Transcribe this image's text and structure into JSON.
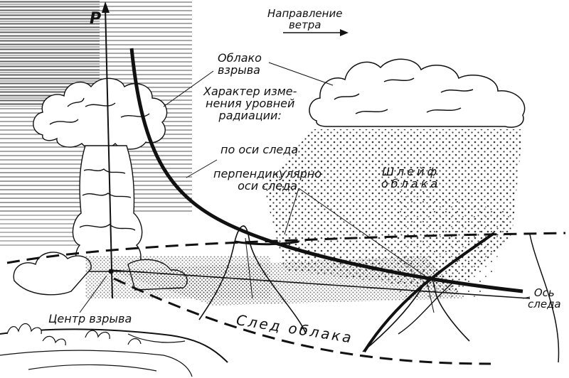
{
  "labels": {
    "axis_p": "P",
    "wind_line1": "Направление",
    "wind_line2": "ветра",
    "cloud_line1": "Облако",
    "cloud_line2": "взрыва",
    "character_line1": "Характер изме-",
    "character_line2": "нения уровней",
    "character_line3": "радиации:",
    "along_axis": "по оси следа",
    "perp_line1": "перпендикулярно",
    "perp_line2": "оси следа",
    "plume_line1": "Шлейф",
    "plume_line2": "облака",
    "center": "Центр взрыва",
    "trace": "След облака",
    "trace_axis_line1": "Ось",
    "trace_axis_line2": "следа"
  },
  "colors": {
    "ink": "#111111",
    "paper": "#ffffff"
  }
}
